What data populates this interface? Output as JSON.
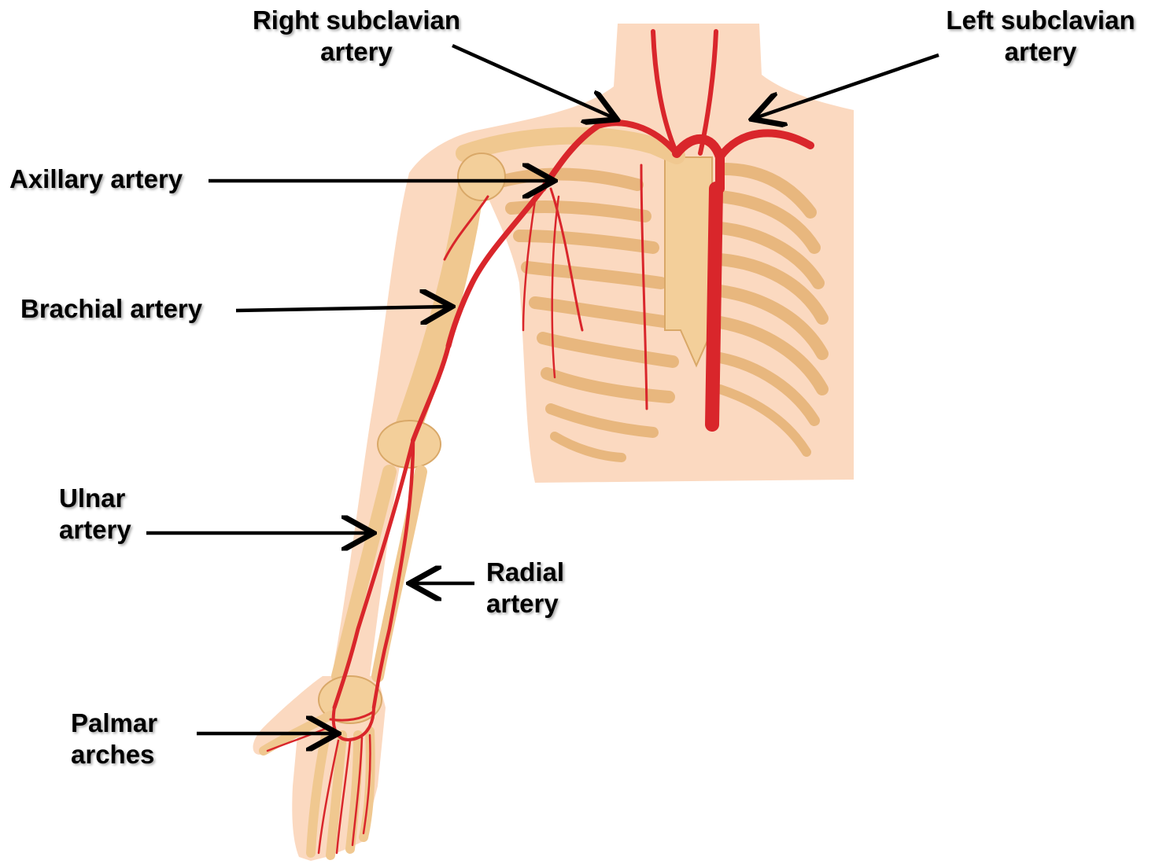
{
  "labels": {
    "right_subclavian": {
      "line1": "Right subclavian",
      "line2": "artery"
    },
    "left_subclavian": {
      "line1": "Left subclavian",
      "line2": "artery"
    },
    "axillary": {
      "text": "Axillary artery"
    },
    "brachial": {
      "text": "Brachial artery"
    },
    "ulnar": {
      "line1": "Ulnar",
      "line2": "artery"
    },
    "radial": {
      "line1": "Radial",
      "line2": "artery"
    },
    "palmar": {
      "line1": "Palmar",
      "line2": "arches"
    }
  },
  "colors": {
    "skin": "#fbd9c0",
    "bone": "#f3cf9a",
    "bone_edge": "#d9a868",
    "artery": "#d9262b",
    "label_text": "#000000",
    "arrow": "#000000"
  }
}
